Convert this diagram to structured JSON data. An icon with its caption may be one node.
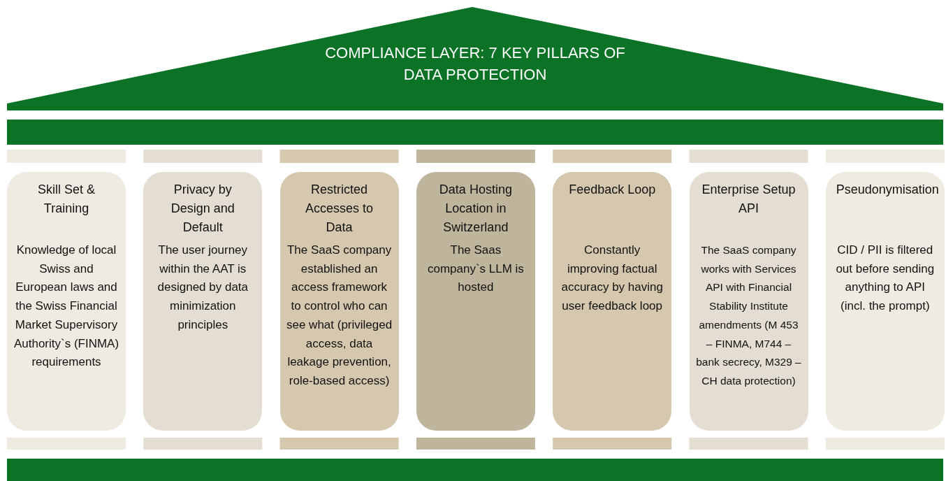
{
  "diagram": {
    "nodes": [
      {
        "text": [
          "COMPLIANCE LAYER: 7 KEY PILLARS OF DATA PROTECTION"
        ]
      },
      {
        "text": [
          "Skill Set & Training",
          "Knowledge of local Swiss and European laws and the Swiss Financial Market Supervisory Authority`s (FINMA) requirements"
        ]
      },
      {
        "text": [
          "Privacy by Design and Default",
          "The user journey within the AAT is designed by data minimization principles"
        ]
      },
      {
        "text": [
          "Restricted Accesses to Data",
          "The SaaS company established an access framework to control who can see what (privileged access, data leakage prevention, role-based access)"
        ]
      },
      {
        "text": [
          "Data Hosting Location in Switzerland",
          "The Saas company`s LLM is hosted"
        ]
      },
      {
        "text": [
          "Feedback Loop",
          "Constantly improving factual accuracy by having user feedback loop"
        ]
      },
      {
        "text": [
          "Enterprise Setup API",
          "The SaaS company works with Services API with Financial Stability Institute amendments (M 453 – FINMA, M744 – bank secrecy, M329 – CH data protection)"
        ]
      },
      {
        "text": [
          "Pseudonymisation",
          "CID / PII is filtered out before sending anything to API (incl. the prompt)"
        ]
      }
    ]
  }
}
